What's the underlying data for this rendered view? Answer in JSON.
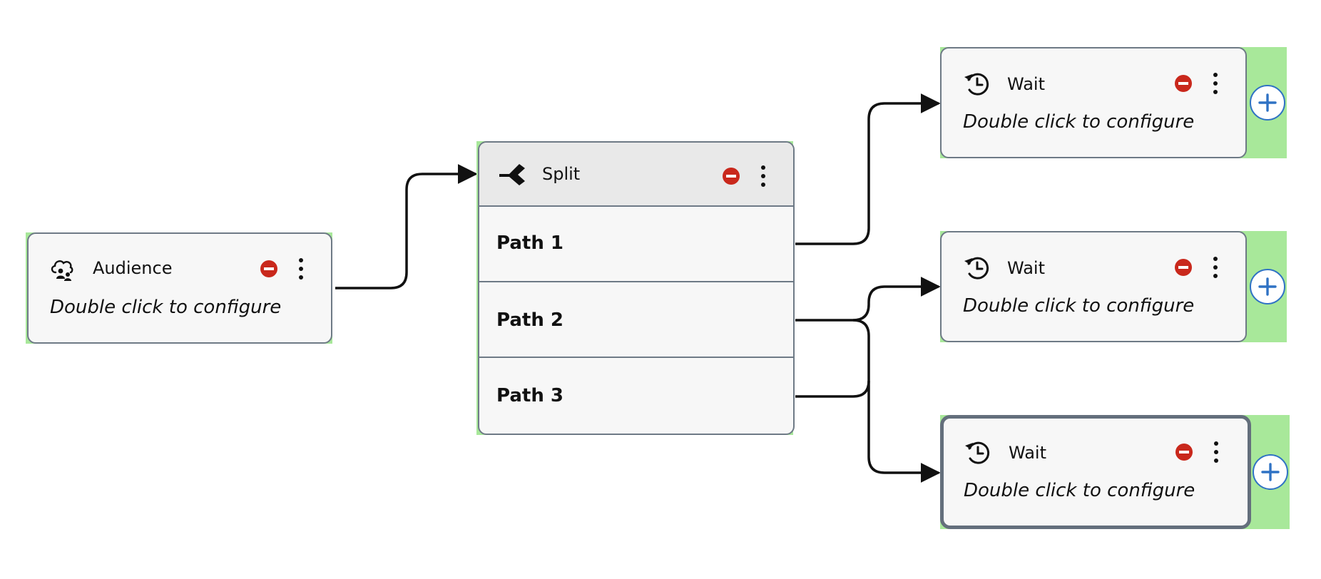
{
  "nodes": {
    "audience": {
      "label": "Audience",
      "hint": "Double click to configure"
    },
    "split": {
      "label": "Split",
      "paths": [
        "Path 1",
        "Path 2",
        "Path 3"
      ]
    },
    "wait_1": {
      "label": "Wait",
      "hint": "Double click to configure"
    },
    "wait_2": {
      "label": "Wait",
      "hint": "Double click to configure"
    },
    "wait_3": {
      "label": "Wait",
      "hint": "Double click to configure",
      "selected": true
    }
  },
  "colors": {
    "node_bg": "#a8e89a",
    "card_bg": "#f7f7f7",
    "card_border": "#6e7a86",
    "status_red": "#c9281c",
    "add_blue": "#2f72c4",
    "connector": "#111111"
  },
  "icons": {
    "audience": "audience-cloud-icon",
    "split": "split-fork-icon",
    "wait": "clock-refresh-icon",
    "status": "error-status-icon",
    "menu": "vertical-dots-icon",
    "add": "plus-icon"
  }
}
